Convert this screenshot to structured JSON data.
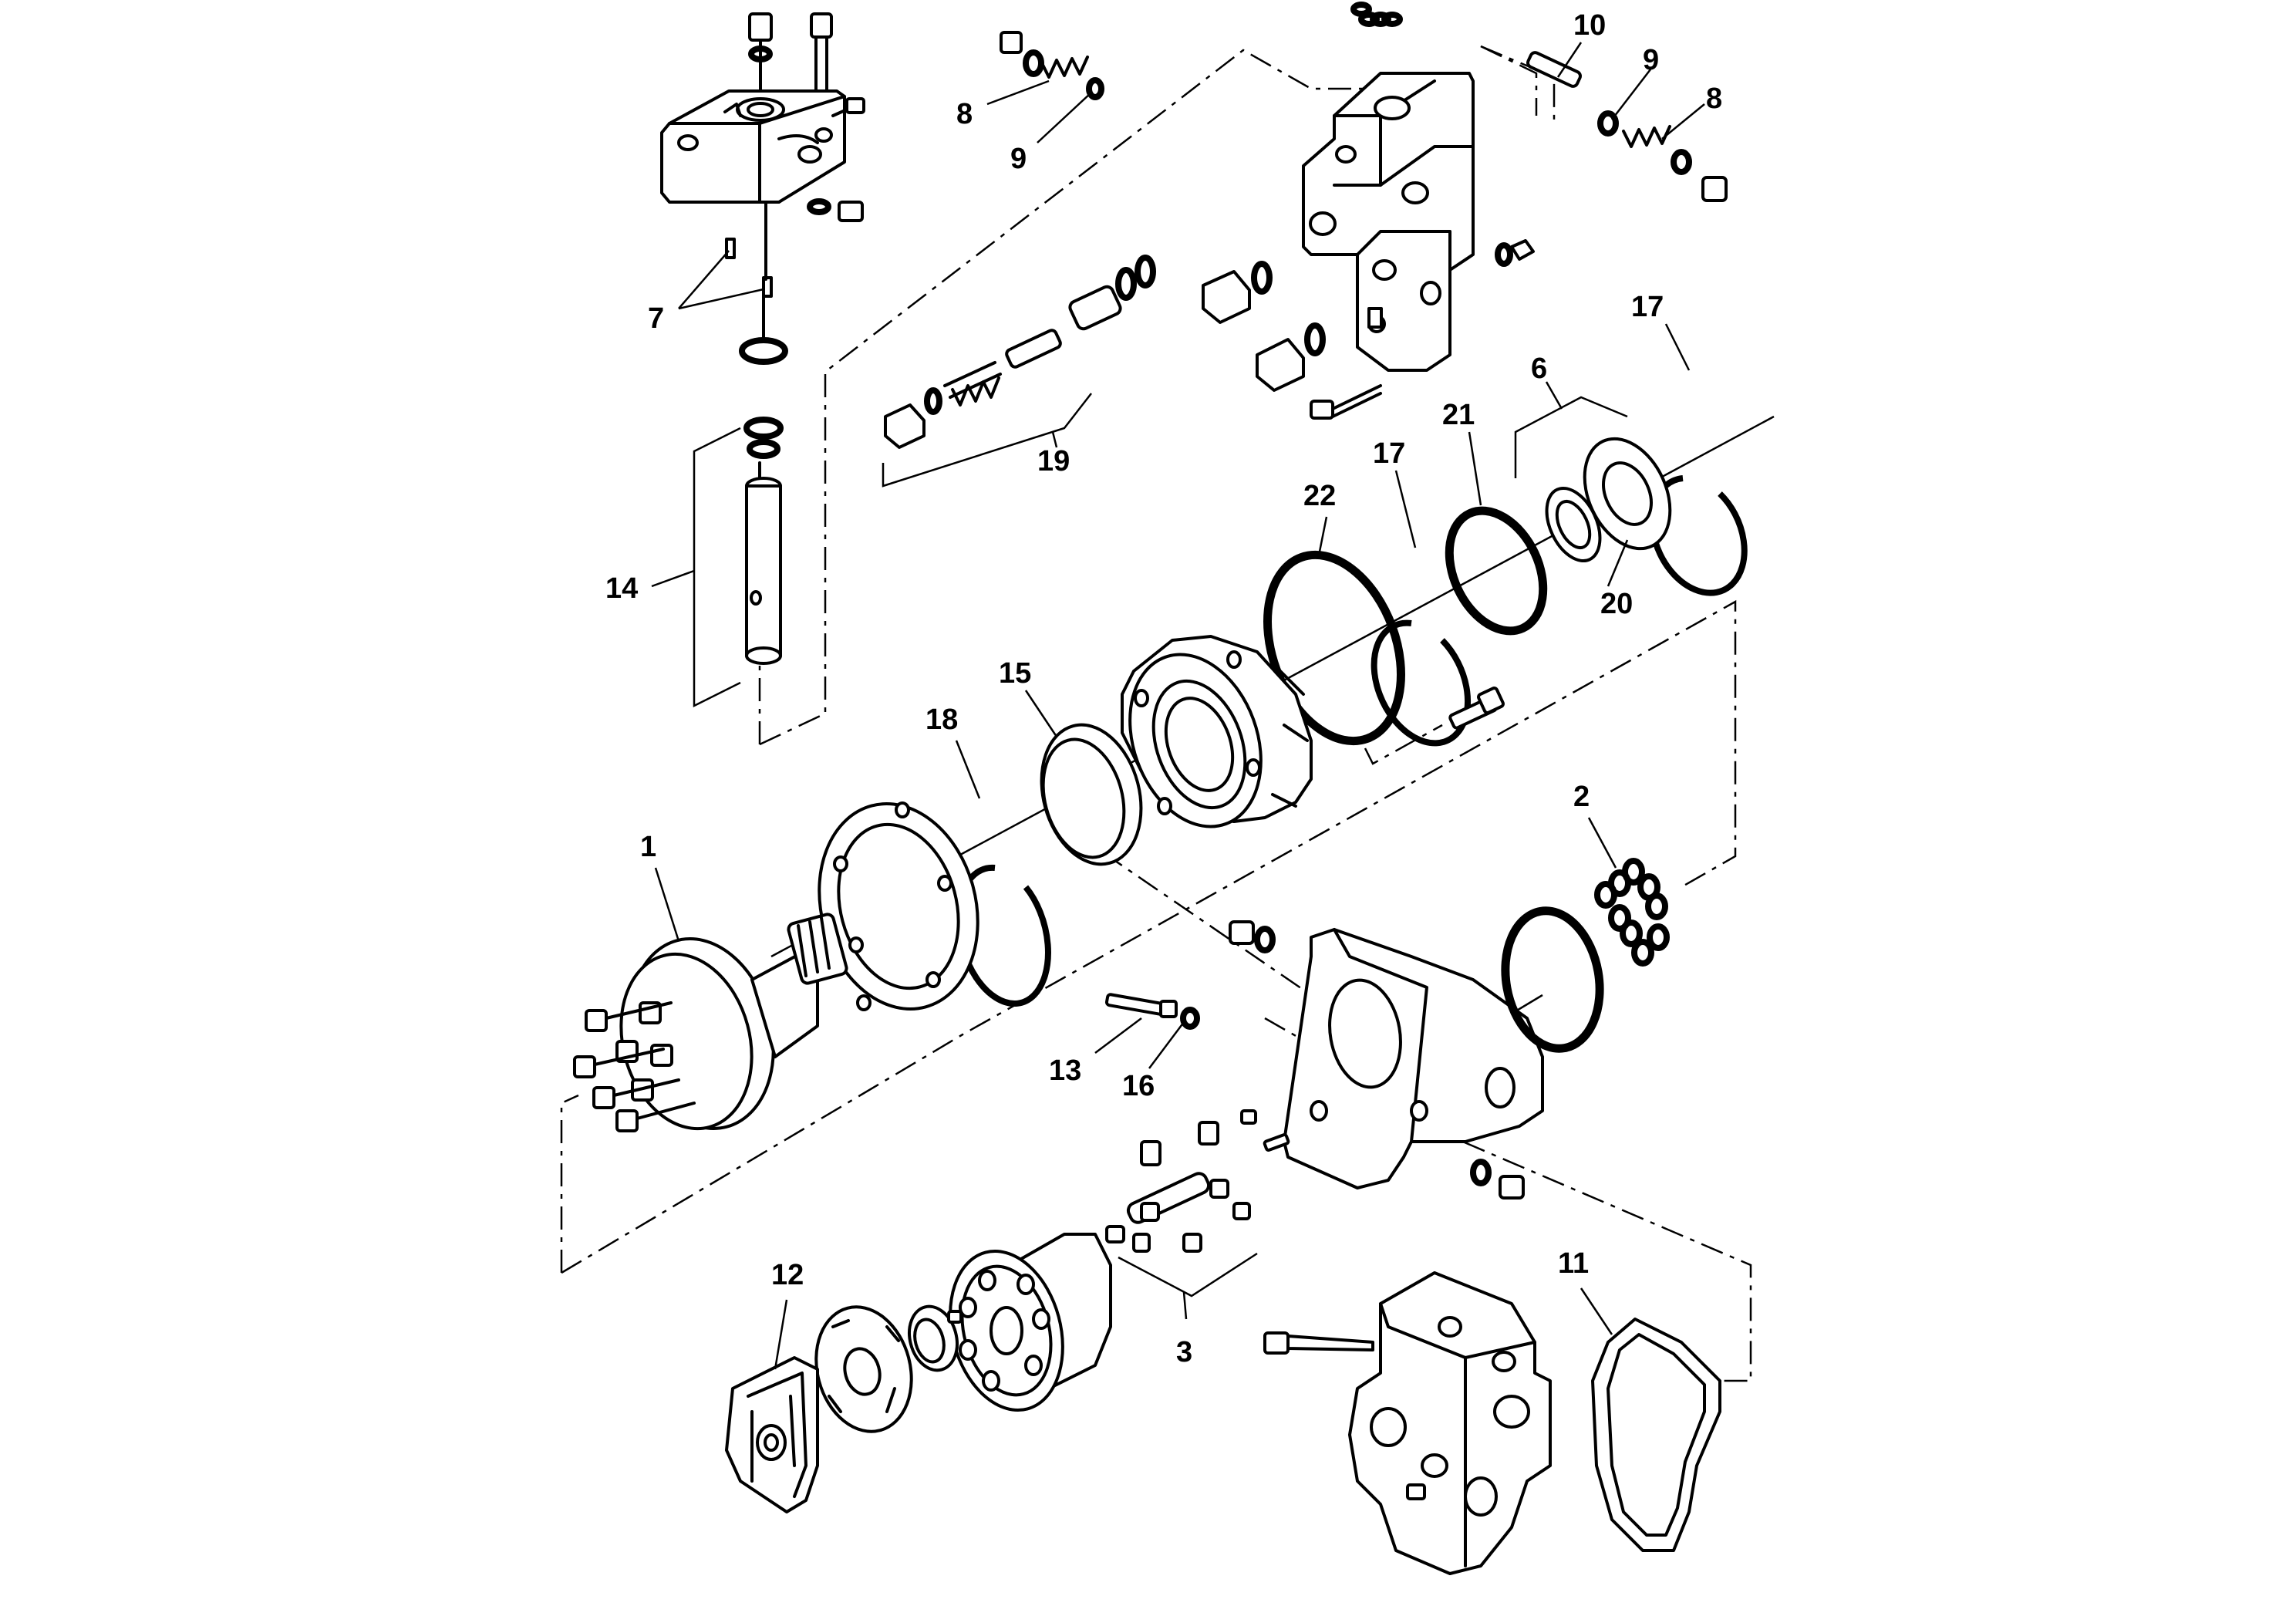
{
  "diagram": {
    "callouts": [
      "1",
      "2",
      "3",
      "6",
      "7",
      "8",
      "8",
      "9",
      "9",
      "10",
      "11",
      "12",
      "13",
      "14",
      "15",
      "16",
      "17",
      "17",
      "18",
      "19",
      "20",
      "21",
      "22"
    ]
  }
}
